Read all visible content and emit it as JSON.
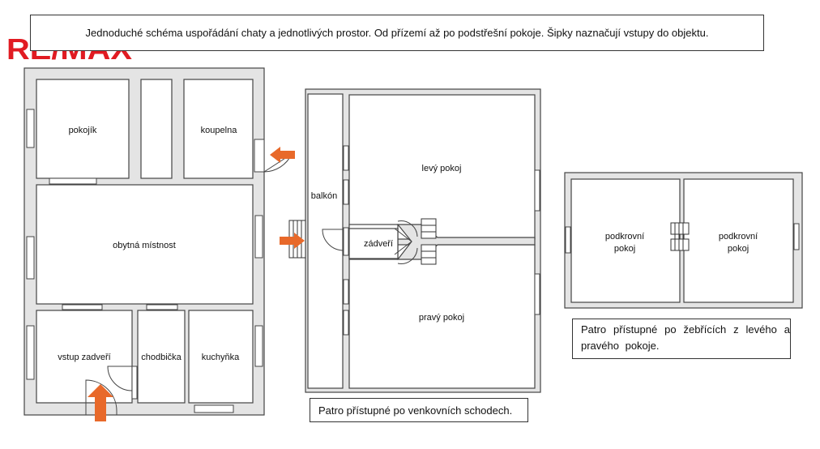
{
  "brand": {
    "logo_text": "RE/MAX",
    "logo_color": "#e11b22"
  },
  "title": "Jednoduché schéma uspořádání chaty a jednotlivých prostor. Od přízemí až po podstřešní pokoje. Šipky naznačují vstupy do objektu.",
  "ground_floor": {
    "rooms": {
      "pokojik": "pokojík",
      "koupelna": "koupelna",
      "obytna": "obytná místnost",
      "vstup": "vstup zadveří",
      "chodbicka": "chodbička",
      "kuchynka": "kuchyňka"
    }
  },
  "upper_floor": {
    "rooms": {
      "balkon": "balkón",
      "levy": "levý pokoj",
      "zadveri": "zádveří",
      "pravy": "pravý pokoj"
    },
    "note": "Patro přístupné po venkovních schodech."
  },
  "attic": {
    "rooms": {
      "left_l1": "podkrovní",
      "left_l2": "pokoj",
      "right_l1": "podkrovní",
      "right_l2": "pokoj"
    },
    "note": "Patro přístupné po žebřících z levého a pravého pokoje."
  },
  "colors": {
    "wall": "#e4e4e4",
    "wall_stroke": "#444444",
    "arrow": "#e8692a"
  }
}
